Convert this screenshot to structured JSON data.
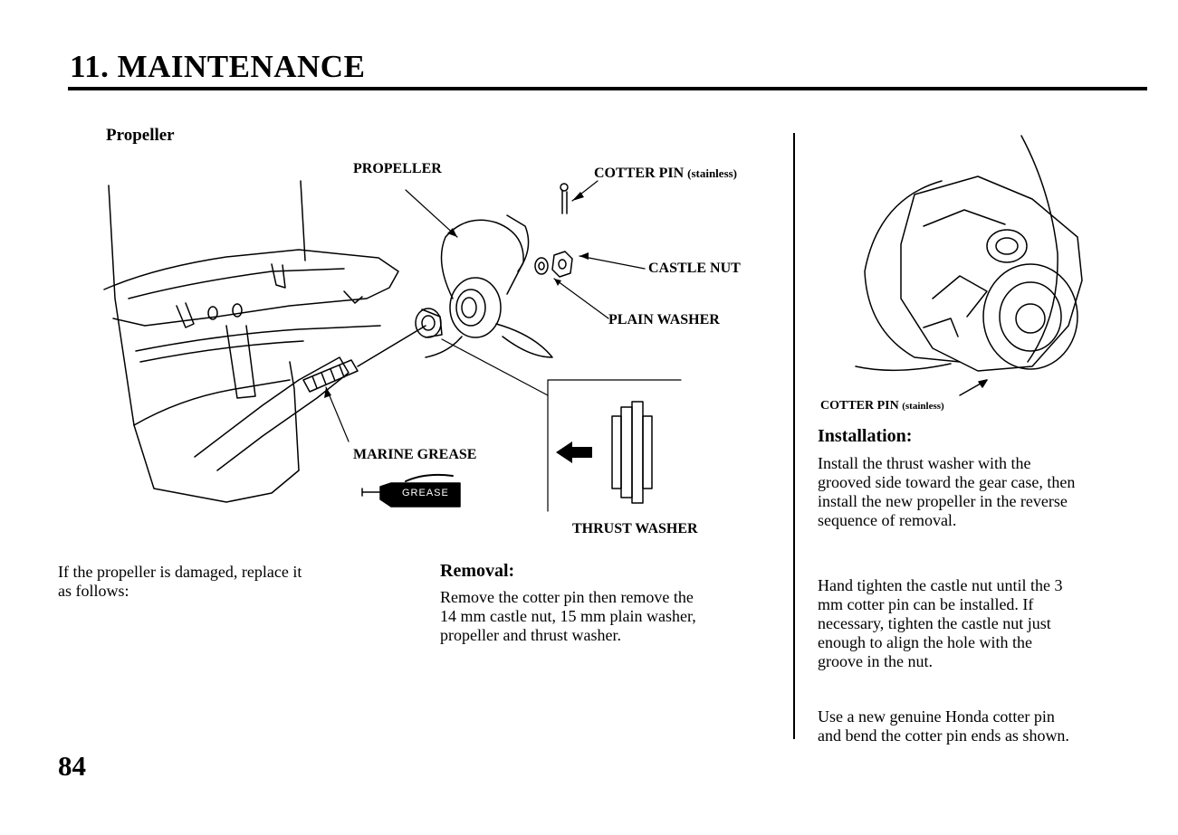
{
  "header": {
    "chapter_title": "11. MAINTENANCE"
  },
  "section": {
    "heading": "Propeller"
  },
  "diagram_left": {
    "labels": {
      "propeller": "PROPELLER",
      "cotter_pin": "COTTER PIN",
      "cotter_pin_note": "(stainless)",
      "castle_nut": "CASTLE NUT",
      "plain_washer": "PLAIN WASHER",
      "marine_grease": "MARINE GREASE",
      "grease_tube_text": "GREASE",
      "thrust_washer": "THRUST WASHER"
    }
  },
  "diagram_right": {
    "labels": {
      "cotter_pin": "COTTER PIN",
      "cotter_pin_note": "(stainless)"
    }
  },
  "intro": {
    "line1": "If the propeller is damaged, replace it",
    "line2": "as follows:"
  },
  "removal": {
    "heading": "Removal:",
    "line1": "Remove the cotter pin then remove the",
    "line2": "14 mm castle nut, 15 mm plain washer,",
    "line3": "propeller and thrust washer."
  },
  "installation": {
    "heading": "Installation:",
    "p1": [
      "Install the thrust washer with the",
      "grooved side toward the gear case, then",
      "install the new propeller in the reverse",
      "sequence of removal."
    ],
    "p2": [
      "Hand tighten the castle nut until the 3",
      "mm cotter pin can be installed. If",
      "necessary, tighten the castle nut just",
      "enough to align the hole with the",
      "groove in the nut."
    ],
    "p3": [
      "Use a new genuine Honda cotter pin",
      "and bend the cotter pin ends as shown."
    ]
  },
  "footer": {
    "page_number": "84"
  }
}
